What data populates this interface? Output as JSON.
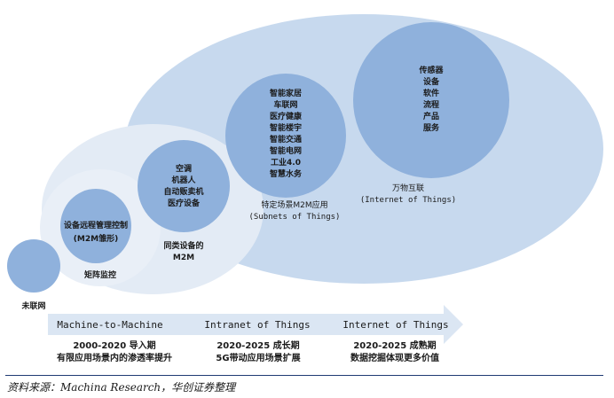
{
  "circles": {
    "iot": {
      "title": "万物互联",
      "subtitle": "(Internet of Things)",
      "items": [
        "传感器",
        "设备",
        "软件",
        "流程",
        "产品",
        "服务"
      ]
    },
    "subnets": {
      "title": "特定场景M2M应用",
      "subtitle": "(Subnets of Things)",
      "items": [
        "智能家居",
        "车联网",
        "医疗健康",
        "智能楼宇",
        "智能交通",
        "智能电网",
        "工业4.0",
        "智慧水务"
      ]
    },
    "m2m_same": {
      "title": "同类设备的",
      "subtitle": "M2M",
      "items": [
        "空调",
        "机器人",
        "自动贩卖机",
        "医疗设备"
      ]
    },
    "remote": {
      "title": "矩阵监控",
      "items": [
        "设备远程管理控制",
        "(M2M雏形)"
      ]
    },
    "none": {
      "title": "未联网"
    }
  },
  "arrow": {
    "labels": [
      "Machine-to-Machine",
      "Intranet of Things",
      "Internet of Things"
    ]
  },
  "stages": [
    {
      "period": "2000-2020 导入期",
      "desc": "有限应用场景内的渗透率提升"
    },
    {
      "period": "2020-2025 成长期",
      "desc": "5G带动应用场景扩展"
    },
    {
      "period": "2020-2025 成熟期",
      "desc": "数据挖掘体现更多价值"
    }
  ],
  "source": "资料来源：Machina Research，华创证券整理"
}
